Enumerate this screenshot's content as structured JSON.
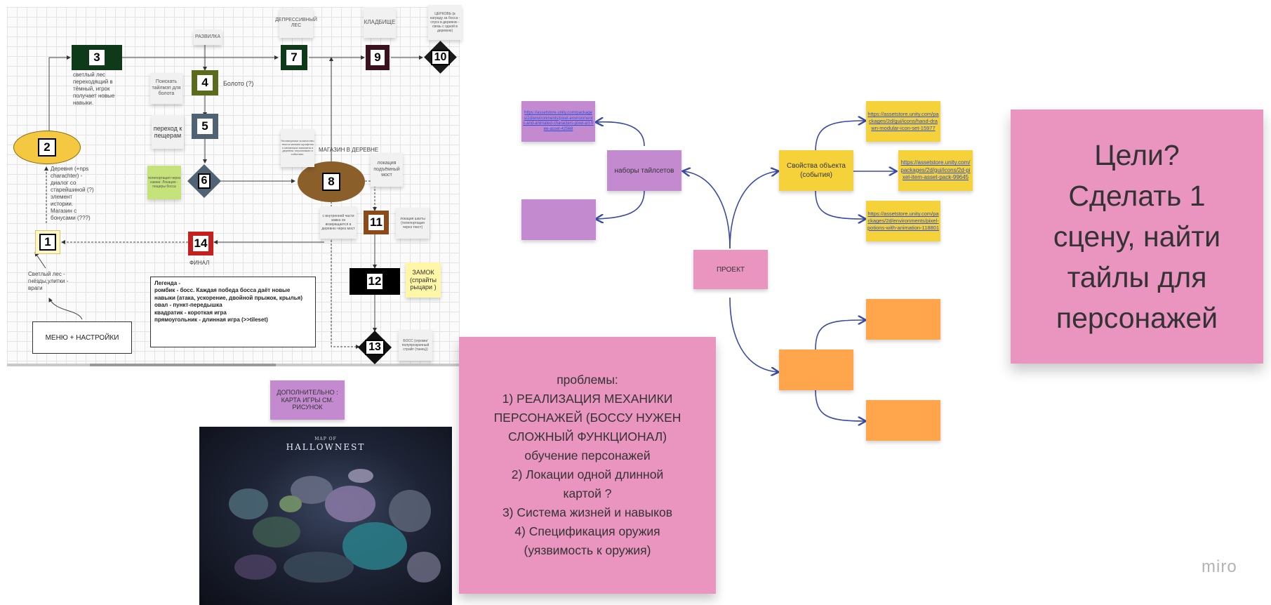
{
  "board": {
    "nodes": {
      "n1": "1",
      "n2": "2",
      "n3": "3",
      "n4": "4",
      "n5": "5",
      "n6": "6",
      "n7": "7",
      "n8": "8",
      "n9": "9",
      "n10": "10",
      "n11": "11",
      "n12": "12",
      "n13": "13",
      "n14": "14"
    },
    "labels": {
      "razvilka": "РАЗВИЛКА",
      "depressed_forest": "ДЕПРЕССИВНЫЙ ЛЕС",
      "cemetery": "КЛАДБИЩЕ",
      "church_note": "ЦЕРКОВЬ (в награду за босса - спуск в деревню - связь с одной в деревню)",
      "swamp": "Болото (?)",
      "find_tilemap": "Поискать тайлмэп для болота",
      "caves_transition": "переход к пещерам",
      "teleport_note": "телепортация через камни: Локация - пещеры босса",
      "light_forest_dark": "светлый лес переходящий в тёмный, игрок получает новые навыки.",
      "village": "Деревня (+nps charachter) - диалог со старейшиной (?) элемент истории. Магазин с бонусами (???)",
      "shop_in_village": "МАГАЗИН В ДЕРЕВНЕ",
      "village_small_note": "Неописуемое количество текста мелким шрифтом о механиках магазина и деревни, персонажах и событиях.",
      "bridge_location": "локация подъёмный мост",
      "mine_location": "локация шахты (телепортация через текст)",
      "inner_part_note": "с внутренней части замка он возвращается в деревню через мост",
      "light_forest_bottom": "Светлый лес - гнёзды,улитки - враги",
      "final": "ФИНАЛ",
      "castle": "ЗАМОК (спрайты рыцари )",
      "boss_note": "БОСС (огромн/ полупрозрачный страйт (танец))",
      "menu_settings": "МЕНЮ + НАСТРОЙКИ"
    },
    "legend": {
      "l1": "Легенда -",
      "l2": "ромбик - босс. Каждая победа босса даёт новые навыки (атака, ускорение, двойной прыжок, крылья)",
      "l3": "овал - пункт-передышка",
      "l4": "квадратик - короткая игра",
      "l5": "прямоугольник - длинная игра (>>tileset)"
    },
    "extra_note": "ДОПОЛНИТЕЛЬНО : КАРТА ИГРЫ СМ. РИСУНОК",
    "map_image": {
      "title_small": "MAP OF",
      "title": "HALLOWNEST"
    }
  },
  "problems_note": {
    "lines": [
      "проблемы:",
      "1) РЕАЛИЗАЦИЯ МЕХАНИКИ",
      "ПЕРСОНАЖЕЙ (БОССУ НУЖЕН",
      "СЛОЖНЫЙ ФУНКЦИОНАЛ)",
      "обучение персонажей",
      "2) Локации одной длинной",
      "картой ?",
      "3) Система жизней и навыков",
      "4) Спецификация оружия",
      "(уязвимость к оружия)"
    ],
    "color": "#ea94c0"
  },
  "mindmap": {
    "root": "ПРОЕКТ",
    "tilesets": "наборы тайлсетов",
    "tileset_link": "https://assetstore.unity.com/packages/2d/environments/pixel-environments-and-animated-characters-pixel-art-free-asset-42568",
    "object_props": "Свойства объекта (события)",
    "link_a": "https://assetstore.unity.com/packages/2d/gui/icons/hand-drawn-modular-icon-set-15977",
    "link_b": "https://assetstore.unity.com/packages/2d/gui/icons/2d-pixel-item-asset-pack-99645",
    "link_c": "https://assetstore.unity.com/packages/2d/environments/pixel-potions-with-animation-118801"
  },
  "goals_note": {
    "lines": [
      "Цели?",
      "Сделать 1",
      "сцену, найти",
      "тайлы для",
      "персонажей"
    ]
  },
  "brand": "miro",
  "colors": {
    "purple_sticky": "#c48ad0",
    "yellow_sticky": "#f5d23a",
    "orange_sticky": "#ffa64d",
    "pink_sticky": "#ea94c0",
    "connector_blue": "#3a4aa8"
  }
}
